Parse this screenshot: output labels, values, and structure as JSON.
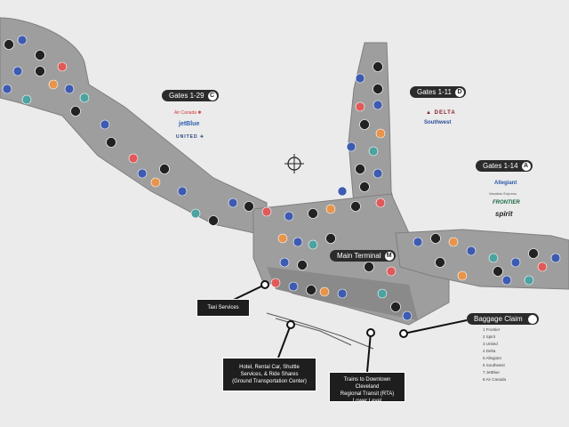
{
  "concourses": [
    {
      "label": "Gates 1-29",
      "badge": "C"
    },
    {
      "label": "Gates 1-11",
      "badge": "D"
    },
    {
      "label": "Gates 1-14",
      "badge": "A"
    },
    {
      "label": "Main Terminal",
      "badge": "M"
    }
  ],
  "airlines_c": [
    {
      "name": "Air Canada ✱",
      "color": "#d23a3a"
    },
    {
      "name": "jetBlue",
      "color": "#2b5fb0"
    },
    {
      "name": "UNITED ✈",
      "color": "#1f3f7a"
    }
  ],
  "airlines_d": [
    {
      "name": "▲ DELTA",
      "color": "#8a1f2b"
    },
    {
      "name": "Southwest",
      "color": "#2a4f9a"
    }
  ],
  "airlines_a": [
    {
      "name": "Allegiant",
      "color": "#2d5aa8"
    },
    {
      "name": "Vacation Express",
      "color": "#555555"
    },
    {
      "name": "FRONTIER",
      "color": "#1d6a45"
    },
    {
      "name": "spirit",
      "color": "#222222"
    }
  ],
  "callouts": {
    "taxi": "Taxi Services",
    "ground": [
      "Hotel, Rental Car, Shuttle",
      "Services, & Ride Shares",
      "(Ground Transportation Center)"
    ],
    "rta": [
      "Trains to Downtown Cleveland",
      "Regional Transit (RTA)",
      "Lower Level"
    ],
    "baggage": "Baggage Claim"
  },
  "baggage_legend": [
    "1  Frontier",
    "2  Spirit",
    "3  United",
    "4  Delta",
    "5  Allegiant",
    "6  Southwest",
    "7  JetBlue",
    "8  Air Canada"
  ],
  "colors": {
    "concourse": "#9e9e9e",
    "restroom": "#222222",
    "shop": "#3d5bb0",
    "dining": "#e05a5a",
    "food": "#e8944a",
    "service": "#4ca3a0"
  }
}
